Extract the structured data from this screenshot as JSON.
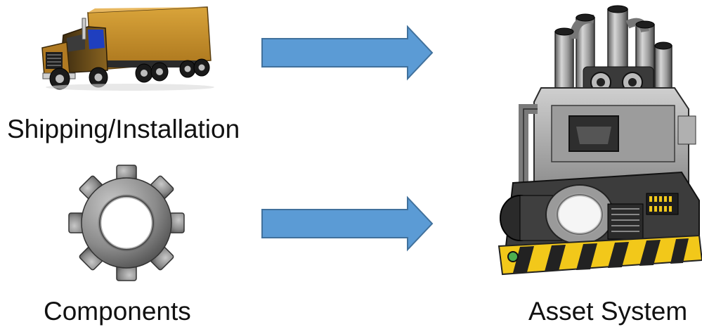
{
  "labels": {
    "shipping": "Shipping/Installation",
    "components": "Components",
    "asset_system": "Asset System"
  },
  "colors": {
    "arrow_fill": "#5b9bd5",
    "arrow_stroke": "#41719c",
    "truck_cargo": "#c8922a",
    "truck_cab_blue": "#1f3fbf",
    "gear_metal": "#8a8a8a",
    "machine_metal": "#9a9a9a",
    "hazard_yellow": "#f2c81a"
  },
  "icons": {
    "truck": "truck-icon",
    "gear": "gear-icon",
    "machine": "machine-icon"
  }
}
